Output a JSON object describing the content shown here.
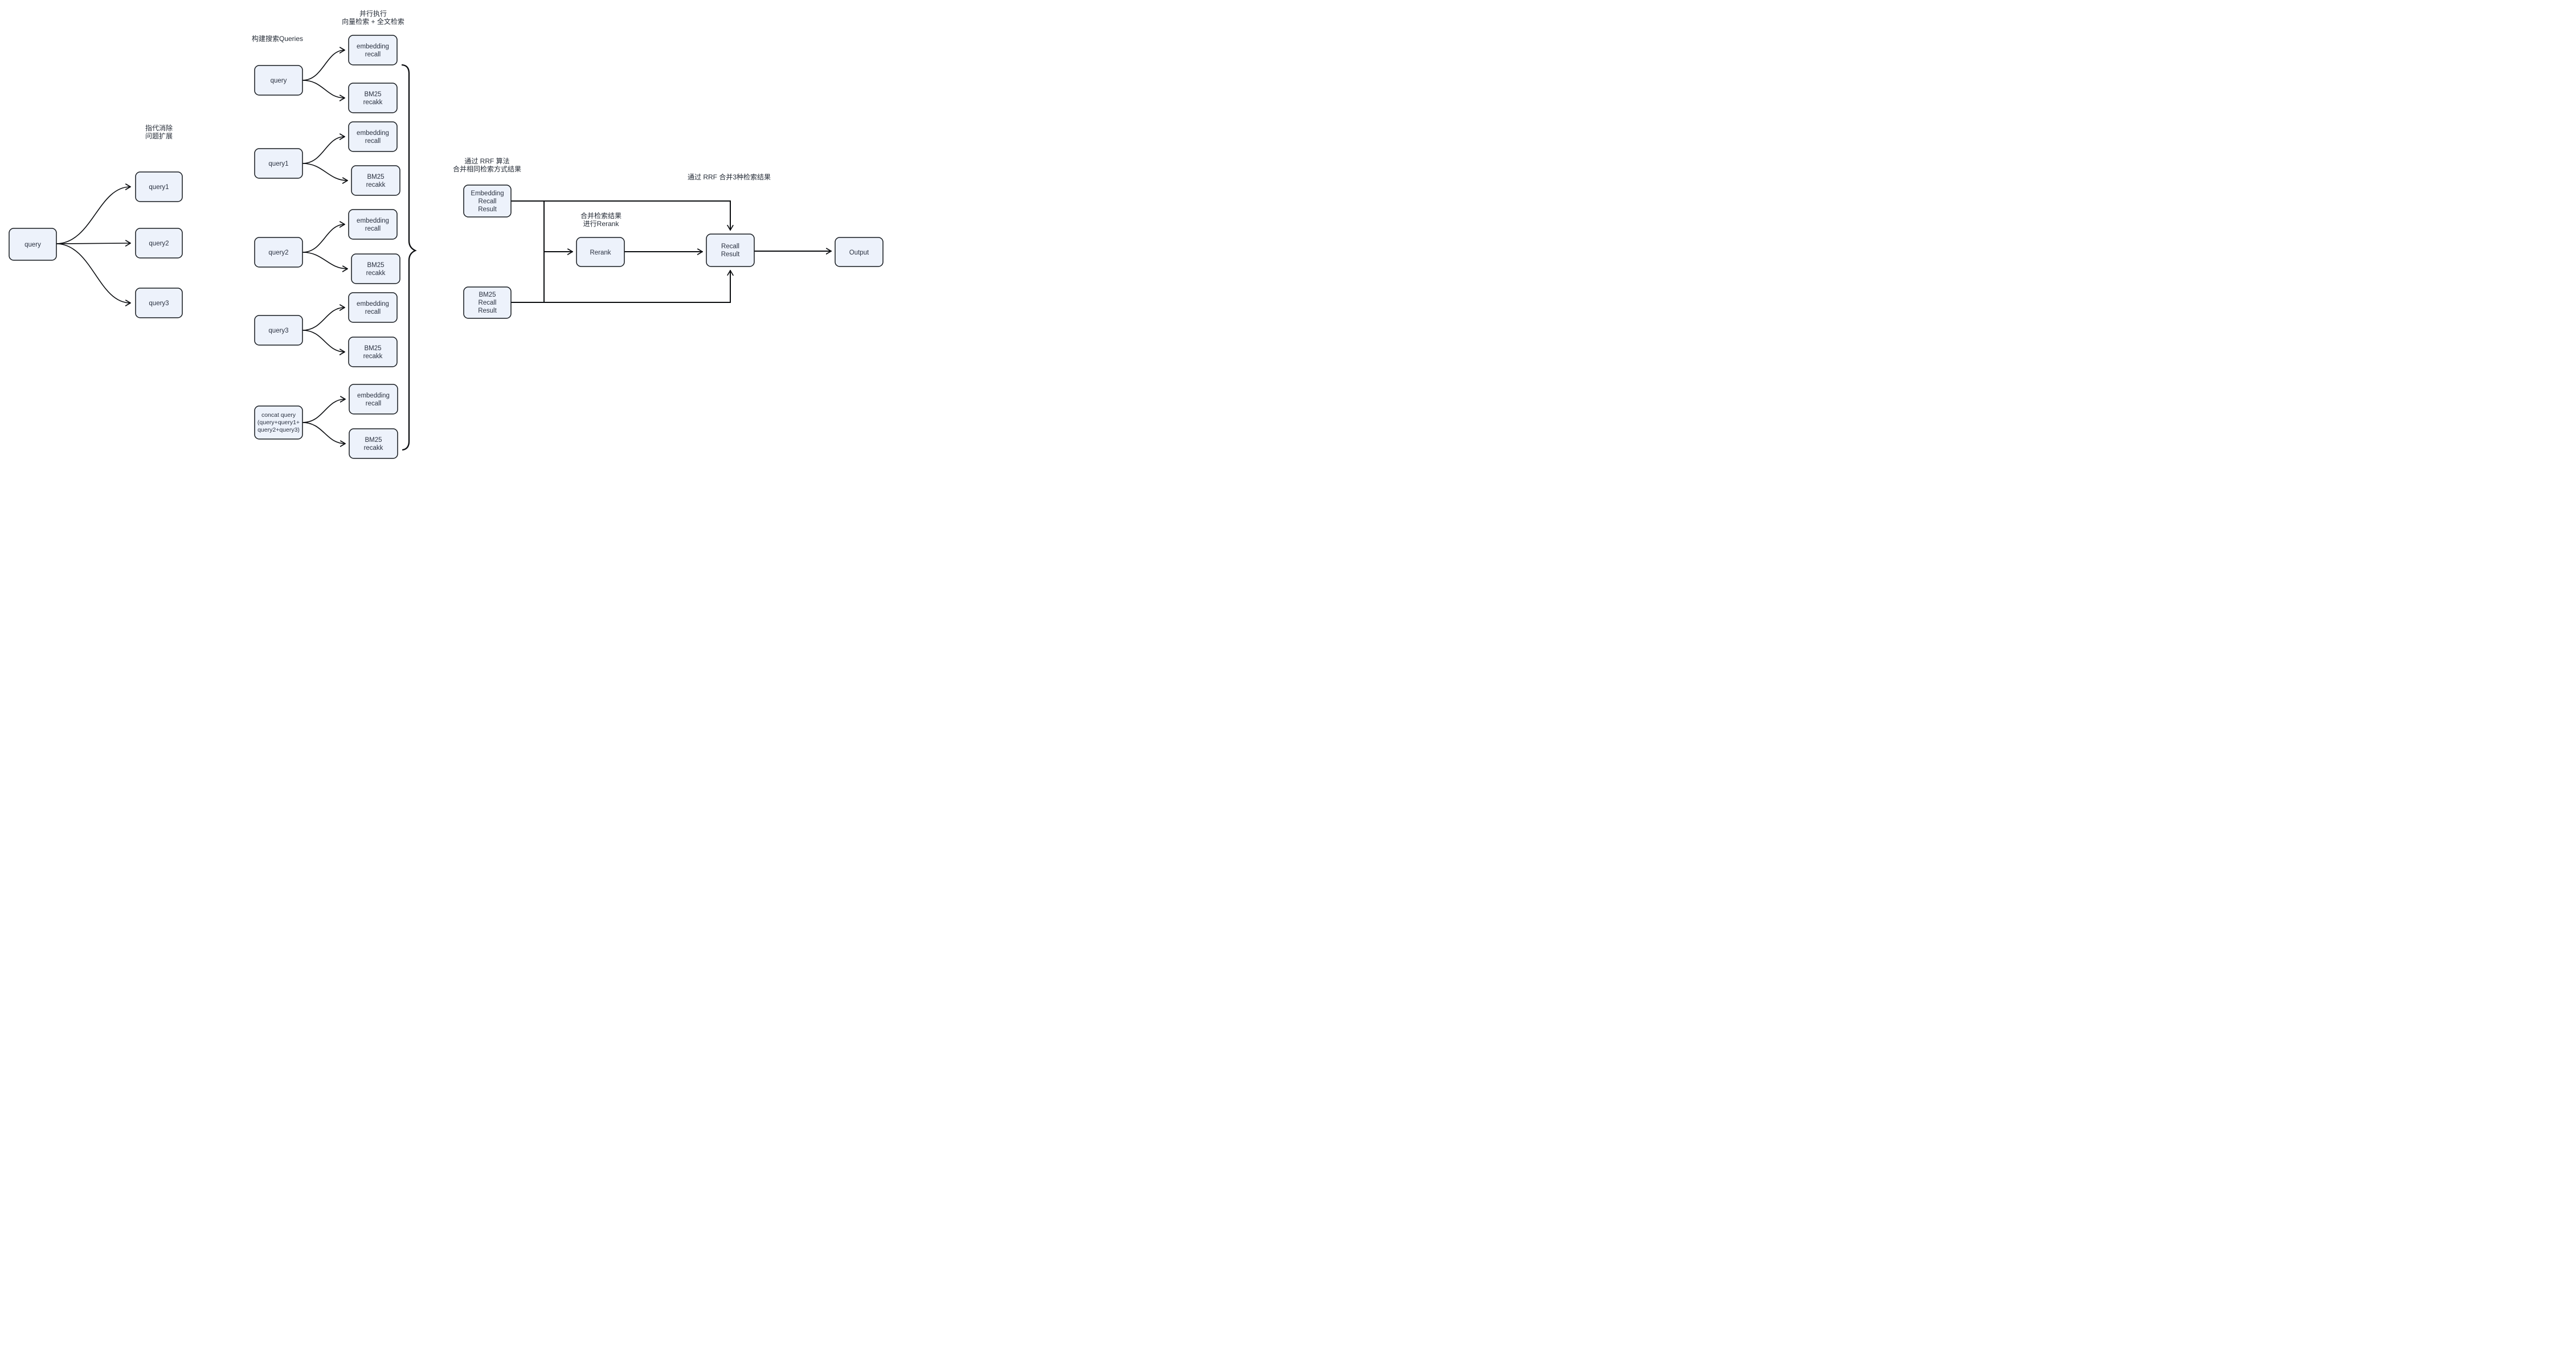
{
  "left": {
    "note_line1": "指代消除",
    "note_line2": "问题扩展",
    "query": "query",
    "query1": "query1",
    "query2": "query2",
    "query3": "query3"
  },
  "middle": {
    "build_note": "构建搜索Queries",
    "parallel_note_line1": "并行执行",
    "parallel_note_line2": "向量检索 + 全文检索",
    "query": "query",
    "query1": "query1",
    "query2": "query2",
    "query3": "query3",
    "concat_line1": "concat query",
    "concat_line2": "(query+query1+",
    "concat_line3": "query2+query3)",
    "embedding_line1": "embedding",
    "embedding_line2": "recall",
    "bm25_line1": "BM25",
    "bm25_line2": "recakk"
  },
  "right": {
    "rrf_same_note_line1": "通过 RRF 算法",
    "rrf_same_note_line2": "合并相同检索方式结果",
    "rrf_merge3_note": "通过 RRF 合并3种检索结果",
    "rerank_note_line1": "合并检索结果",
    "rerank_note_line2": "进行Rerank",
    "embedding_result_line1": "Embedding",
    "embedding_result_line2": "Recall",
    "embedding_result_line3": "Result",
    "bm25_result_line1": "BM25",
    "bm25_result_line2": "Recall",
    "bm25_result_line3": "Result",
    "rerank": "Rerank",
    "recall_result_line1": "Recall",
    "recall_result_line2": "Result",
    "output": "Output"
  },
  "colors": {
    "box_fill": "#edf2fb",
    "box_border": "#14181d",
    "text": "#2a3140",
    "line": "#0b0d10",
    "background": "#ffffff"
  }
}
